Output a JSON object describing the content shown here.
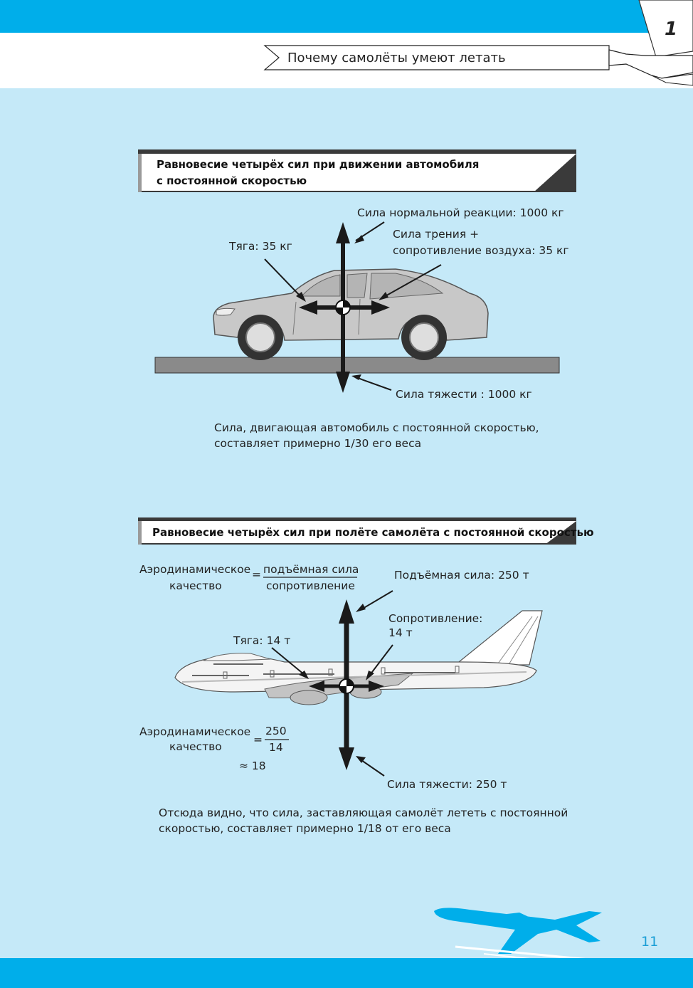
{
  "header": {
    "chapter_number": "1",
    "chapter_title": "Почему самолёты умеют летать"
  },
  "car_section": {
    "title_line1": "Равновесие четырёх сил при движении автомобиля",
    "title_line2": "с постоянной скоростью",
    "normal_force_label": "Сила нормальной реакции: 1000 кг",
    "thrust_label": "Тяга: 35 кг",
    "friction_label_line1": "Сила трения +",
    "friction_label_line2": "сопротивление воздуха: 35 кг",
    "gravity_label": "Сила тяжести : 1000 кг",
    "caption_line1": "Сила, двигающая автомобиль с постоянной скоростью,",
    "caption_line2": "составляет примерно 1/30 его веса"
  },
  "plane_section": {
    "title": "Равновесие четырёх сил при полёте самолёта с постоянной скоростью",
    "formula_left_line1": "Аэродинамическое",
    "formula_left_line2": "качество",
    "formula_equals": "=",
    "formula_numerator": "подъёмная сила",
    "formula_denominator": "сопротивление",
    "lift_label": "Подъёмная сила: 250 т",
    "drag_label_line1": "Сопротивление:",
    "drag_label_line2": "14 т",
    "thrust_label": "Тяга: 14 т",
    "result_left_line1": "Аэродинамическое",
    "result_left_line2": "качество",
    "result_equals": "=",
    "result_numerator": "250",
    "result_denominator": "14",
    "result_approx": "≈ 18",
    "gravity_label": "Сила тяжести: 250 т",
    "caption_line1": "Отсюда видно, что сила, заставляющая самолёт лететь с постоянной",
    "caption_line2": "скоростью, составляет примерно 1/18 от его веса"
  },
  "footer": {
    "page_number": "11"
  },
  "colors": {
    "accent_blue": "#00aeea",
    "background": "#c5e9f8"
  }
}
